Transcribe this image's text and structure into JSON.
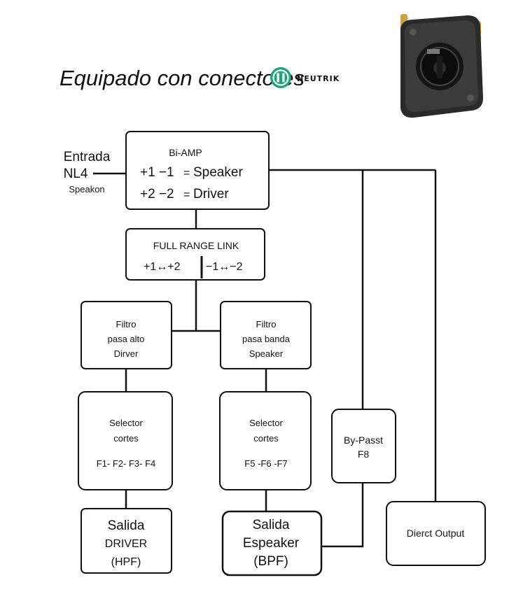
{
  "header": {
    "title": "Equipado con conectores",
    "brand_name": "NEUTRIK",
    "brand_color": "#1fa37a",
    "connector_icon": "speakon-connector-image"
  },
  "input": {
    "line1": "Entrada",
    "line2": "NL4",
    "line3": "Speakon"
  },
  "blocks": {
    "biamp": {
      "title": "Bi-AMP",
      "line1_pins": "+1  −1",
      "line1_eq": "=",
      "line1_name": "Speaker",
      "line2_pins": "+2  −2",
      "line2_eq": "=",
      "line2_name": "Driver"
    },
    "link": {
      "title": "FULL RANGE LINK",
      "left": "+1↔+2",
      "right": "−1↔−2"
    },
    "hpf_filter": {
      "line1": "Filtro",
      "line2": "pasa alto",
      "line3": "Dirver"
    },
    "bpf_filter": {
      "line1": "Filtro",
      "line2": "pasa banda",
      "line3": "Speaker"
    },
    "selector_left": {
      "line1": "Selector",
      "line2": "cortes",
      "line3": "F1- F2- F3- F4"
    },
    "selector_right": {
      "line1": "Selector",
      "line2": "cortes",
      "line3": "F5 -F6 -F7"
    },
    "bypass": {
      "line1": "By-Passt",
      "line2": "F8"
    },
    "out_driver": {
      "line1": "Salida",
      "line2": "DRIVER",
      "line3": "(HPF)"
    },
    "out_speaker": {
      "line1": "Salida",
      "line2": "Espeaker",
      "line3": "(BPF)"
    },
    "direct": {
      "label": "Dierct Output"
    }
  }
}
